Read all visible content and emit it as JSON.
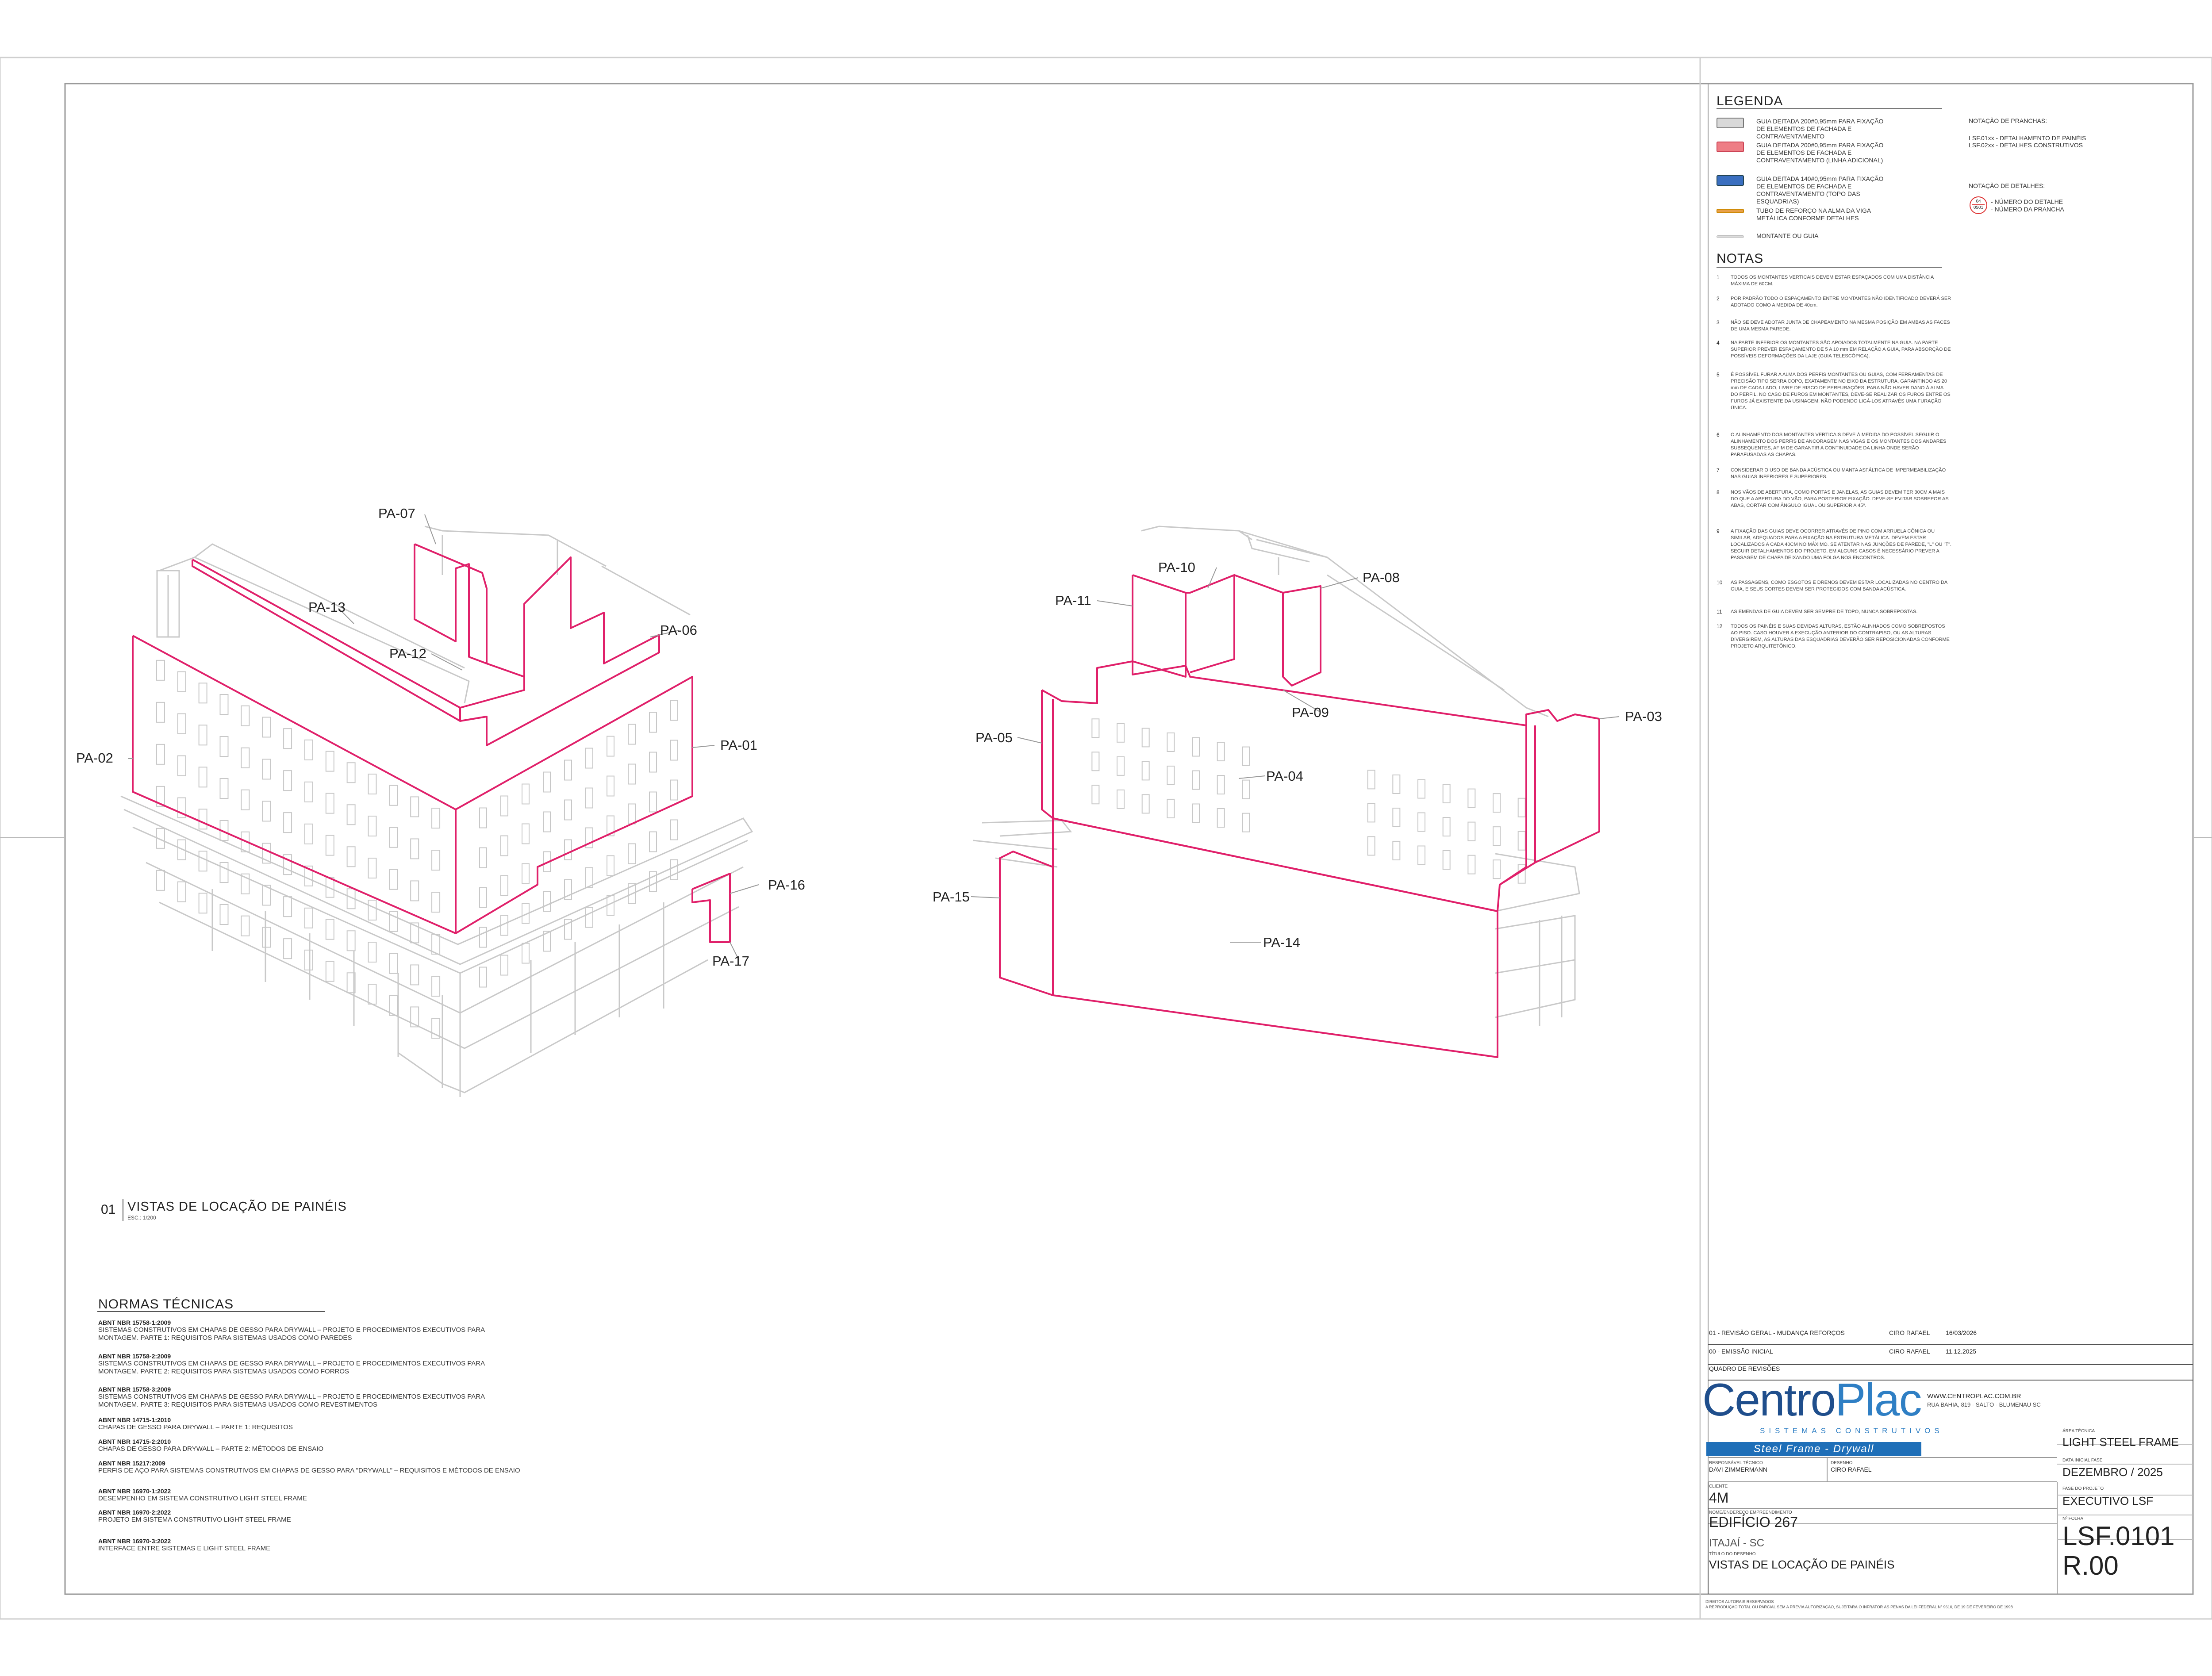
{
  "legend": {
    "title": "LEGENDA",
    "items": [
      {
        "color": "#d9d9d9",
        "text": "GUIA DEITADA 200#0,95mm PARA FIXAÇÃO DE ELEMENTOS DE FACHADA E CONTRAVENTAMENTO"
      },
      {
        "color": "#ee7d85",
        "text": "GUIA DEITADA 200#0,95mm PARA FIXAÇÃO DE ELEMENTOS DE FACHADA E CONTRAVENTAMENTO (LINHA ADICIONAL)"
      },
      {
        "color": "#3a6fc0",
        "text": "GUIA DEITADA 140#0,95mm PARA FIXAÇÃO DE ELEMENTOS DE FACHADA E CONTRAVENTAMENTO (TOPO DAS ESQUADRIAS)"
      },
      {
        "color": "#e8a04a",
        "text": "TUBO DE REFORÇO NA ALMA DA VIGA METÁLICA CONFORME DETALHES"
      },
      {
        "color": "#cccccc",
        "text": "MONTANTE OU GUIA"
      }
    ],
    "prancha_title": "NOTAÇÃO DE PRANCHAS:",
    "prancha_1": "LSF.01xx  -  DETALHAMENTO DE PAINÉIS",
    "prancha_2": "LSF.02xx  -  DETALHES CONSTRUTIVOS",
    "detalhe_title": "NOTAÇÃO DE DETALHES:",
    "detalhe_num": "04",
    "detalhe_sheet": "0501",
    "detalhe_1": "- NÚMERO DO DETALHE",
    "detalhe_2": "- NÚMERO DA PRANCHA"
  },
  "notes": {
    "title": "NOTAS",
    "items": [
      {
        "n": "1",
        "text": "TODOS OS MONTANTES VERTICAIS DEVEM ESTAR ESPAÇADOS COM UMA DISTÂNCIA MÁXIMA DE 60CM."
      },
      {
        "n": "2",
        "text": "POR PADRÃO TODO O ESPAÇAMENTO ENTRE MONTANTES NÃO IDENTIFICADO DEVERÁ SER ADOTADO COMO A MEDIDA DE 40cm."
      },
      {
        "n": "3",
        "text": "NÃO SE DEVE ADOTAR JUNTA DE CHAPEAMENTO NA MESMA POSIÇÃO EM AMBAS AS FACES DE UMA MESMA PAREDE."
      },
      {
        "n": "4",
        "text": "NA PARTE INFERIOR OS MONTANTES SÃO APOIADOS TOTALMENTE NA GUIA. NA PARTE SUPERIOR PREVER ESPAÇAMENTO DE 5 A 10 mm EM RELAÇÃO A GUIA, PARA ABSORÇÃO DE POSSÍVEIS DEFORMAÇÕES DA LAJE (GUIA TELESCÓPICA)."
      },
      {
        "n": "5",
        "text": "É POSSÍVEL FURAR A ALMA DOS PERFIS MONTANTES OU GUIAS, COM FERRAMENTAS DE PRECISÃO TIPO SERRA COPO, EXATAMENTE NO EIXO DA ESTRUTURA, GARANTINDO AS 20 mm DE CADA LADO, LIVRE DE RISCO DE PERFURAÇÕES, PARA NÃO HAVER DANO À ALMA DO PERFIL. NO CASO DE FUROS EM MONTANTES, DEVE-SE REALIZAR OS FUROS ENTRE OS FUROS JÁ EXISTENTE DA USINAGEM, NÃO PODENDO LIGÁ-LOS ATRAVÉS UMA FURAÇÃO ÚNICA."
      },
      {
        "n": "6",
        "text": "O ALINHAMENTO DOS MONTANTES VERTICAIS DEVE À MEDIDA DO POSSÍVEL SEGUIR O ALINHAMENTO DOS PERFIS DE ANCORAGEM NAS VIGAS E OS MONTANTES DOS ANDARES SUBSEQUENTES, AFIM DE GARANTIR A CONTINUIDADE DA LINHA ONDE SERÃO PARAFUSADAS AS CHAPAS."
      },
      {
        "n": "7",
        "text": "CONSIDERAR O USO DE BANDA ACÚSTICA OU MANTA ASFÁLTICA DE IMPERMEABILIZAÇÃO NAS GUIAS INFERIORES E SUPERIORES."
      },
      {
        "n": "8",
        "text": "NOS VÃOS DE ABERTURA, COMO PORTAS E JANELAS, AS GUIAS DEVEM TER 30CM A MAIS DO QUE A ABERTURA DO VÃO, PARA POSTERIOR FIXAÇÃO. DEVE-SE EVITAR SOBREPOR AS ABAS, CORTAR COM ÂNGULO IGUAL OU SUPERIOR A 45º."
      },
      {
        "n": "9",
        "text": "A FIXAÇÃO DAS GUIAS DEVE OCORRER ATRAVÉS DE PINO COM ARRUELA CÔNICA OU SIMILAR, ADEQUADOS PARA A FIXAÇÃO NA ESTRUTURA METÁLICA. DEVEM ESTAR LOCALIZADOS A CADA 40CM NO MÁXIMO. SE ATENTAR NAS JUNÇÕES DE PAREDE, \"L\" OU \"T\". SEGUIR DETALHAMENTOS DO PROJETO. EM ALGUNS CASOS É NECESSÁRIO PREVER A PASSAGEM DE CHAPA DEIXANDO UMA FOLGA NOS ENCONTROS."
      },
      {
        "n": "10",
        "text": "AS PASSAGENS, COMO ESGOTOS E DRENOS DEVEM ESTAR LOCALIZADAS NO CENTRO DA GUIA, E SEUS CORTES DEVEM SER PROTEGIDOS COM BANDA ACÚSTICA."
      },
      {
        "n": "11",
        "text": "AS EMENDAS DE GUIA DEVEM SER SEMPRE DE TOPO, NUNCA SOBREPOSTAS."
      },
      {
        "n": "12",
        "text": "TODOS OS PAINÉIS E SUAS DEVIDAS ALTURAS, ESTÃO ALINHADOS COMO SOBREPOSTOS AO PISO. CASO HOUVER A EXECUÇÃO ANTERIOR DO CONTRAPISO, OU AS ALTURAS DIVERGIREM, AS ALTURAS DAS ESQUADRIAS DEVERÃO SER REPOSICIONADAS CONFORME PROJETO ARQUITETÔNICO."
      }
    ]
  },
  "view": {
    "number": "01",
    "title": "VISTAS DE LOCAÇÃO DE PAINÉIS",
    "scale": "ESC.: 1/200"
  },
  "panels": [
    "PA-01",
    "PA-02",
    "PA-03",
    "PA-04",
    "PA-05",
    "PA-06",
    "PA-07",
    "PA-08",
    "PA-09",
    "PA-10",
    "PA-11",
    "PA-12",
    "PA-13",
    "PA-14",
    "PA-15",
    "PA-16",
    "PA-17"
  ],
  "normas": {
    "title": "NORMAS TÉCNICAS",
    "items": [
      {
        "code": "ABNT NBR 15758-1:2009",
        "text": "SISTEMAS CONSTRUTIVOS EM CHAPAS DE GESSO PARA DRYWALL – PROJETO E PROCEDIMENTOS EXECUTIVOS PARA MONTAGEM. PARTE 1: REQUISITOS PARA SISTEMAS USADOS COMO PAREDES"
      },
      {
        "code": "ABNT NBR 15758-2:2009",
        "text": "SISTEMAS CONSTRUTIVOS EM CHAPAS DE GESSO PARA DRYWALL – PROJETO E PROCEDIMENTOS EXECUTIVOS PARA MONTAGEM. PARTE 2: REQUISITOS PARA SISTEMAS USADOS COMO FORROS"
      },
      {
        "code": "ABNT NBR 15758-3:2009",
        "text": "SISTEMAS CONSTRUTIVOS EM CHAPAS DE GESSO PARA DRYWALL – PROJETO E PROCEDIMENTOS EXECUTIVOS PARA MONTAGEM. PARTE 3: REQUISITOS PARA SISTEMAS USADOS COMO REVESTIMENTOS"
      },
      {
        "code": "ABNT NBR 14715-1:2010",
        "text": "CHAPAS DE GESSO PARA DRYWALL – PARTE 1: REQUISITOS"
      },
      {
        "code": "ABNT NBR 14715-2:2010",
        "text": "CHAPAS DE GESSO PARA DRYWALL – PARTE 2: MÉTODOS DE ENSAIO"
      },
      {
        "code": "ABNT NBR 15217:2009",
        "text": "PERFIS DE AÇO PARA SISTEMAS CONSTRUTIVOS EM CHAPAS DE GESSO PARA \"DRYWALL\" – REQUISITOS E MÉTODOS DE ENSAIO"
      },
      {
        "code": "ABNT NBR 16970-1:2022",
        "text": "DESEMPENHO EM SISTEMA CONSTRUTIVO LIGHT STEEL FRAME"
      },
      {
        "code": "ABNT NBR 16970-2:2022",
        "text": "PROJETO EM SISTEMA CONSTRUTIVO LIGHT STEEL FRAME"
      },
      {
        "code": "ABNT NBR 16970-3:2022",
        "text": "INTERFACE ENTRE SISTEMAS E LIGHT STEEL FRAME"
      }
    ]
  },
  "revisions": {
    "rows": [
      {
        "desc": "01 - REVISÃO GERAL - MUDANÇA REFORÇOS",
        "by": "CIRO RAFAEL",
        "date": "16/03/2026"
      },
      {
        "desc": "00 - EMISSÃO INICIAL",
        "by": "CIRO RAFAEL",
        "date": "11.12.2025"
      }
    ],
    "label": "QUADRO DE REVISÕES"
  },
  "company": {
    "name_a": "Centro",
    "name_b": "Plac",
    "tagline": "SISTEMAS CONSTRUTIVOS",
    "bar": "Steel Frame - Drywall",
    "site": "WWW.CENTROPLAC.COM.BR",
    "address": "RUA BAHIA, 819 - SALTO - BLUMENAU SC",
    "colors": {
      "dark": "#1f4e8c",
      "light": "#2f7fc4"
    }
  },
  "titleblock": {
    "resp_label": "RESPONSÁVEL TÉCNICO",
    "resp": "DAVI ZIMMERMANN",
    "des_label": "DESENHO",
    "des": "CIRO RAFAEL",
    "client_label": "CLIENTE",
    "client": "4M",
    "emp_label": "NOME/ENDEREÇO EMPREENDIMENTO",
    "emp": "EDIFÍCIO 267",
    "city": "ITAJAÍ - SC",
    "draw_label": "TÍTULO DO DESENHO",
    "draw": "VISTAS DE LOCAÇÃO DE PAINÉIS",
    "area_label": "ÁREA TÉCNICA",
    "area": "LIGHT STEEL FRAME",
    "date_label": "DATA INICIAL FASE",
    "date": "DEZEMBRO / 2025",
    "phase_label": "FASE DO PROJETO",
    "phase": "EXECUTIVO LSF",
    "sheet_label": "Nº FOLHA",
    "sheet": "LSF.0101",
    "rev": "R.00",
    "footer_1": "DIREITOS AUTORAIS RESERVADOS",
    "footer_2": "A REPRODUÇÃO TOTAL OU PARCIAL SEM A PRÉVIA AUTORIZAÇÃO, SUJEITARÁ O INFRATOR ÀS PENAS DA LEI FEDERAL Nº 9610, DE 19 DE FEVEREIRO DE 1998"
  }
}
